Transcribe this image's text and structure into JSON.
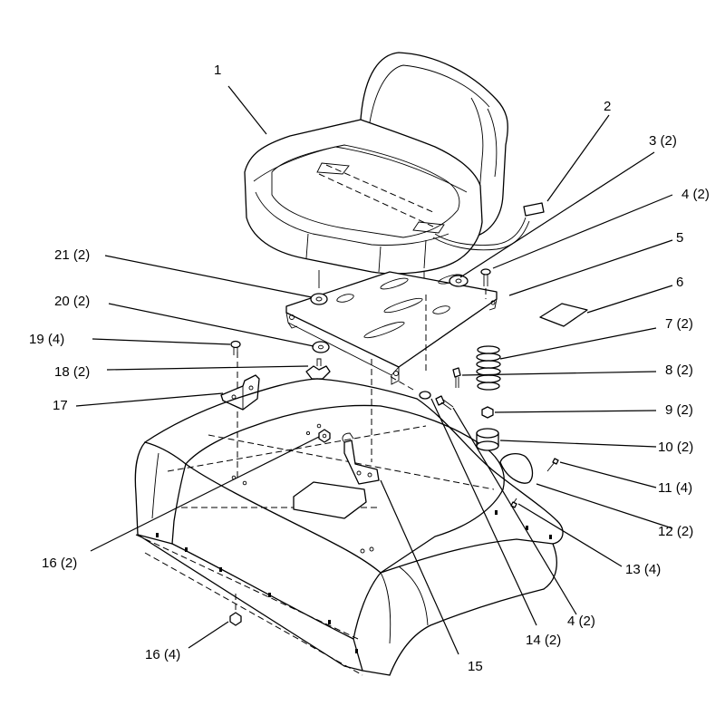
{
  "callouts": [
    {
      "id": "1",
      "text": "1"
    },
    {
      "id": "2",
      "text": "2"
    },
    {
      "id": "3",
      "text": "3 (2)"
    },
    {
      "id": "4a",
      "text": "4 (2)"
    },
    {
      "id": "5",
      "text": "5"
    },
    {
      "id": "6",
      "text": "6"
    },
    {
      "id": "7",
      "text": "7 (2)"
    },
    {
      "id": "8",
      "text": "8 (2)"
    },
    {
      "id": "9",
      "text": "9 (2)"
    },
    {
      "id": "10",
      "text": "10 (2)"
    },
    {
      "id": "11",
      "text": "11 (4)"
    },
    {
      "id": "12",
      "text": "12 (2)"
    },
    {
      "id": "13",
      "text": "13 (4)"
    },
    {
      "id": "4b",
      "text": "4 (2)"
    },
    {
      "id": "14",
      "text": "14 (2)"
    },
    {
      "id": "15",
      "text": "15"
    },
    {
      "id": "16a",
      "text": "16 (4)"
    },
    {
      "id": "16b",
      "text": "16 (2)"
    },
    {
      "id": "17",
      "text": "17"
    },
    {
      "id": "18",
      "text": "18 (2)"
    },
    {
      "id": "19",
      "text": "19 (4)"
    },
    {
      "id": "20",
      "text": "20 (2)"
    },
    {
      "id": "21",
      "text": "21 (2)"
    }
  ]
}
